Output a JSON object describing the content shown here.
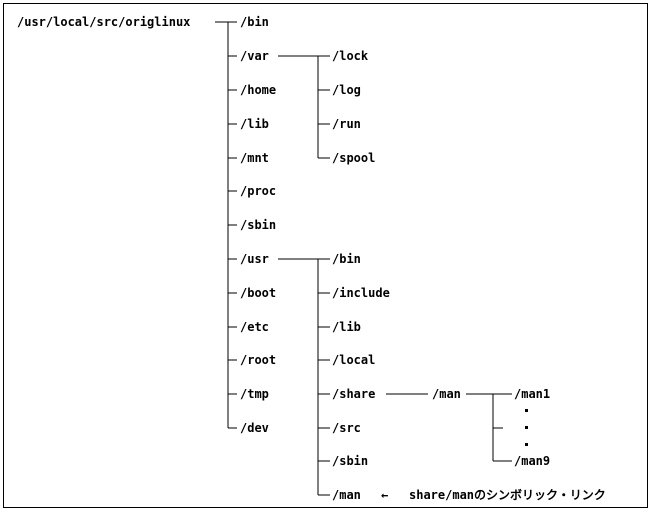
{
  "root": {
    "path": "/usr/local/src/origlinux"
  },
  "level1": [
    {
      "label": "/bin"
    },
    {
      "label": "/var"
    },
    {
      "label": "/home"
    },
    {
      "label": "/lib"
    },
    {
      "label": "/mnt"
    },
    {
      "label": "/proc"
    },
    {
      "label": "/sbin"
    },
    {
      "label": "/usr"
    },
    {
      "label": "/boot"
    },
    {
      "label": "/etc"
    },
    {
      "label": "/root"
    },
    {
      "label": "/tmp"
    },
    {
      "label": "/dev"
    }
  ],
  "var_children": [
    {
      "label": "/lock"
    },
    {
      "label": "/log"
    },
    {
      "label": "/run"
    },
    {
      "label": "/spool"
    }
  ],
  "usr_children": [
    {
      "label": "/bin"
    },
    {
      "label": "/include"
    },
    {
      "label": "/lib"
    },
    {
      "label": "/local"
    },
    {
      "label": "/share"
    },
    {
      "label": "/src"
    },
    {
      "label": "/sbin"
    },
    {
      "label": "/man"
    }
  ],
  "share_child": {
    "label": "/man"
  },
  "man_children": [
    {
      "label": "/man1"
    },
    {
      "label": "/man9"
    }
  ],
  "symlink_note": {
    "arrow": "←",
    "text": "share/manのシンボリック・リンク"
  }
}
